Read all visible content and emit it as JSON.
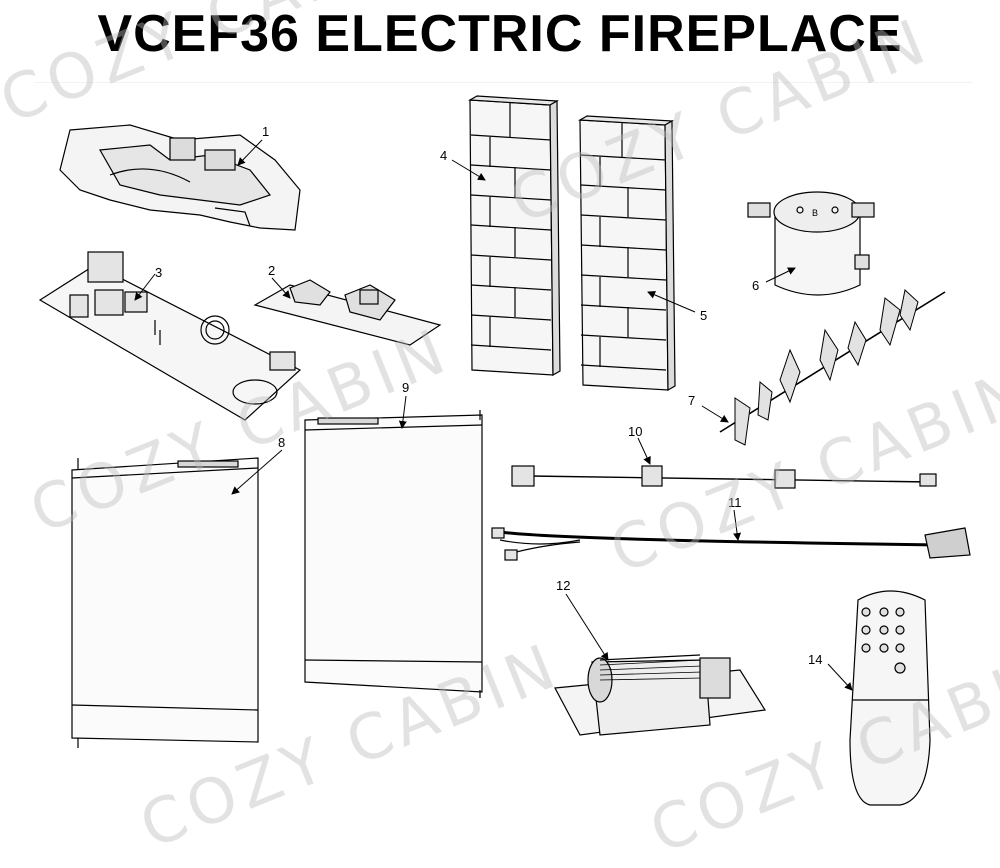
{
  "title": "VCEF36 ELECTRIC FIREPLACE",
  "watermark": "COZY CABIN",
  "callouts": [
    "1",
    "2",
    "3",
    "4",
    "5",
    "6",
    "7",
    "8",
    "9",
    "10",
    "11",
    "12",
    "14"
  ],
  "colors": {
    "line": "#000000",
    "fill": "#f4f4f4",
    "shade": "#cfcfcf",
    "watermark": "#b9b9b9"
  }
}
